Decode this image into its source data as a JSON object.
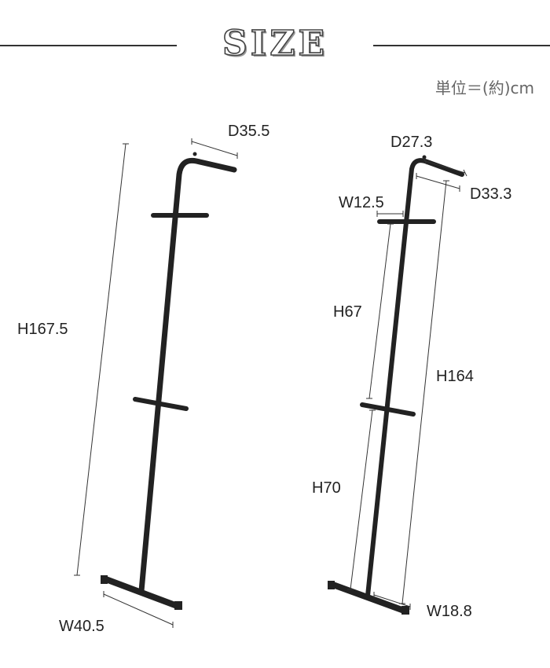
{
  "header": {
    "title": "SIZE",
    "unit": "単位＝(約)cm"
  },
  "left_stand": {
    "depth": "D35.5",
    "height": "H167.5",
    "width": "W40.5"
  },
  "right_stand": {
    "depth_top": "D27.3",
    "depth_bar": "D33.3",
    "width_top": "W12.5",
    "upper_height": "H67",
    "total_height": "H164",
    "lower_height": "H70",
    "width_base": "W18.8"
  },
  "colors": {
    "frame": "#222222",
    "dimension_line": "#333333",
    "text": "#222222",
    "unit_text": "#666666"
  }
}
